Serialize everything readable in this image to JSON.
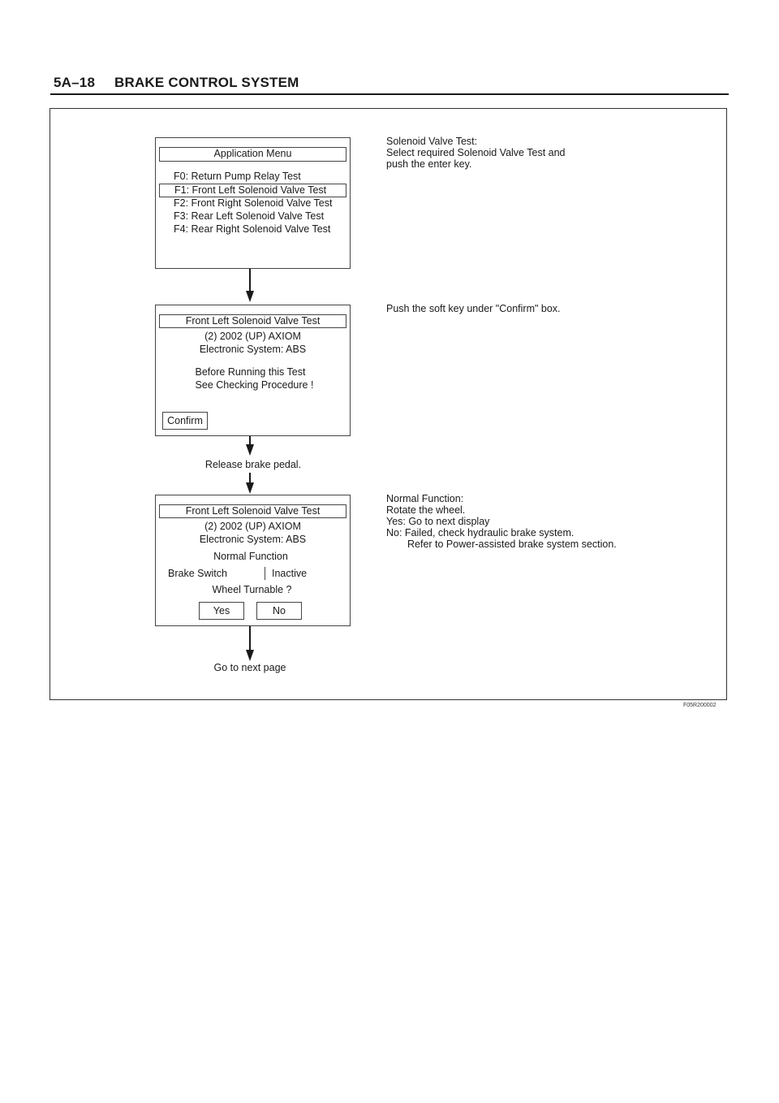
{
  "header": {
    "page_number": "5A–18",
    "title": "BRAKE CONTROL SYSTEM"
  },
  "figure_code": "F05R200002",
  "screen1": {
    "title": "Application Menu",
    "items": [
      "F0: Return Pump Relay Test",
      "F1: Front Left Solenoid Valve Test",
      "F2: Front Right Solenoid Valve Test",
      "F3: Rear Left Solenoid Valve Test",
      "F4: Rear Right Solenoid Valve Test"
    ]
  },
  "note1": [
    "Solenoid Valve Test:",
    "Select required Solenoid Valve Test and",
    "push the enter key."
  ],
  "screen2": {
    "title": "Front Left Solenoid Valve Test",
    "vehicle": "(2) 2002  (UP) AXIOM",
    "system": "Electronic System: ABS",
    "warning1": "Before Running this Test",
    "warning2": "See Checking Procedure !",
    "confirm": "Confirm"
  },
  "note2": "Push the soft key under \"Confirm\" box.",
  "step_release": "Release brake pedal.",
  "screen3": {
    "title": "Front Left Solenoid Valve Test",
    "vehicle": "(2) 2002  (UP) AXIOM",
    "system": "Electronic System: ABS",
    "mode": "Normal Function",
    "param_name": "Brake Switch",
    "param_value": "Inactive",
    "question": "Wheel Turnable ?",
    "yes": "Yes",
    "no": "No"
  },
  "note3": [
    "Normal Function:",
    "Rotate the wheel.",
    "Yes: Go to next display",
    "No:  Failed, check hydraulic brake system.",
    "Refer to Power-assisted brake system section."
  ],
  "step_next": "Go to next page"
}
